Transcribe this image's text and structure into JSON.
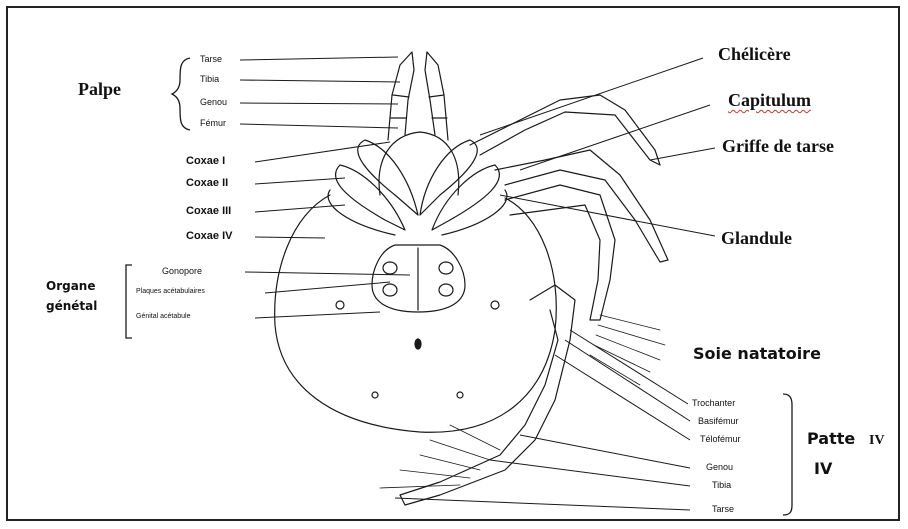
{
  "palpe": {
    "title": "Palpe",
    "items": [
      "Tarse",
      "Tibia",
      "Genou",
      "Fémur"
    ]
  },
  "coxae": [
    "Coxae I",
    "Coxae II",
    "Coxae III",
    "Coxae IV"
  ],
  "organe": {
    "title_line1": "Organe",
    "title_line2": "génétal",
    "items": [
      "Gonopore",
      "Plaques acétabulaires",
      "Génital acétabule"
    ]
  },
  "right": {
    "chelicere": "Chélicère",
    "capitulum": "Capitulum",
    "griffe": "Griffe de tarse",
    "glandule": "Glandule",
    "soie": "Soie natatoire"
  },
  "patte": {
    "title_line1": "Patte",
    "title_line2": "IV",
    "roman": "IV",
    "items": [
      "Trochanter",
      "Basifémur",
      "Télofémur",
      "Genou",
      "Tibia",
      "Tarse"
    ]
  }
}
